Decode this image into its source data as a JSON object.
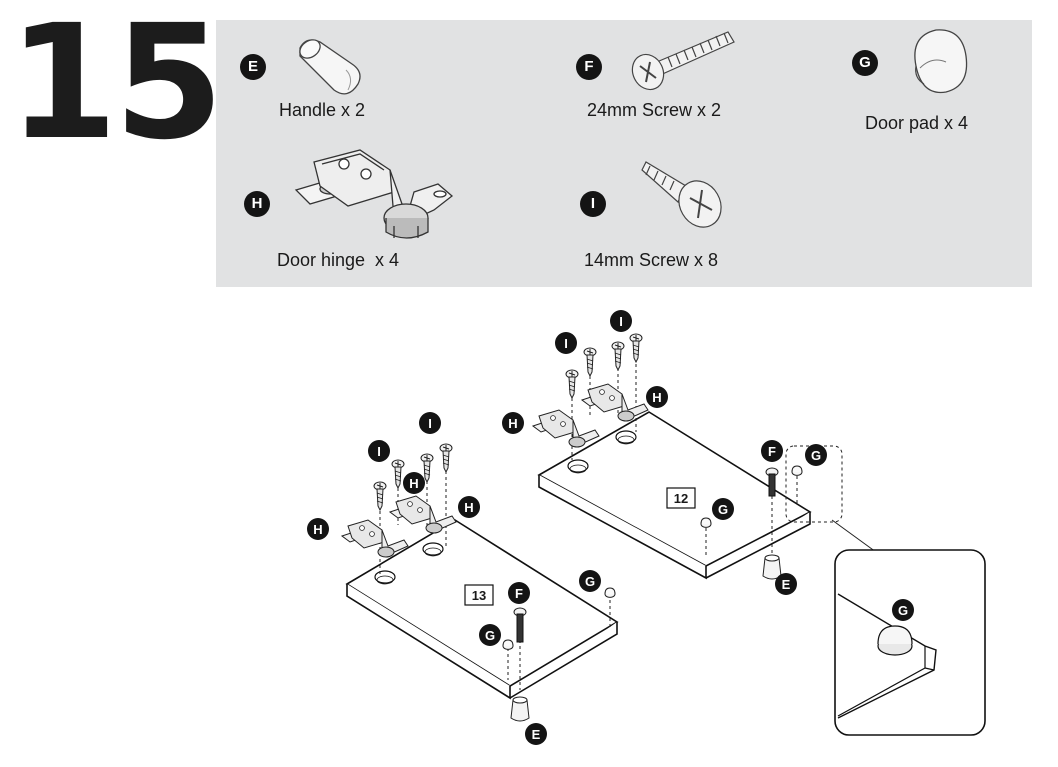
{
  "step_number": "15",
  "parts": [
    {
      "letter": "E",
      "label": "Handle x 2",
      "icon": "handle-icon"
    },
    {
      "letter": "F",
      "label": "24mm Screw x 2",
      "icon": "long-screw-icon"
    },
    {
      "letter": "G",
      "label": "Door pad x 4",
      "icon": "door-pad-icon"
    },
    {
      "letter": "H",
      "label": "Door hinge  x 4",
      "icon": "door-hinge-icon"
    },
    {
      "letter": "I",
      "label": "14mm Screw x 8",
      "icon": "short-screw-icon"
    }
  ],
  "assembly": {
    "panels": [
      {
        "number": "13"
      },
      {
        "number": "12"
      }
    ],
    "callouts": {
      "panel13": {
        "I_top": "I",
        "I_left": "I",
        "H_mid": "H",
        "H_right": "H",
        "H_left": "H",
        "F": "F",
        "G_top": "G",
        "G_bottom": "G",
        "E": "E"
      },
      "panel12": {
        "I_top": "I",
        "I_left": "I",
        "H_right": "H",
        "H_left": "H",
        "F": "F",
        "G_top": "G",
        "G_bottom": "G",
        "E": "E"
      },
      "detail": {
        "G": "G"
      }
    }
  }
}
